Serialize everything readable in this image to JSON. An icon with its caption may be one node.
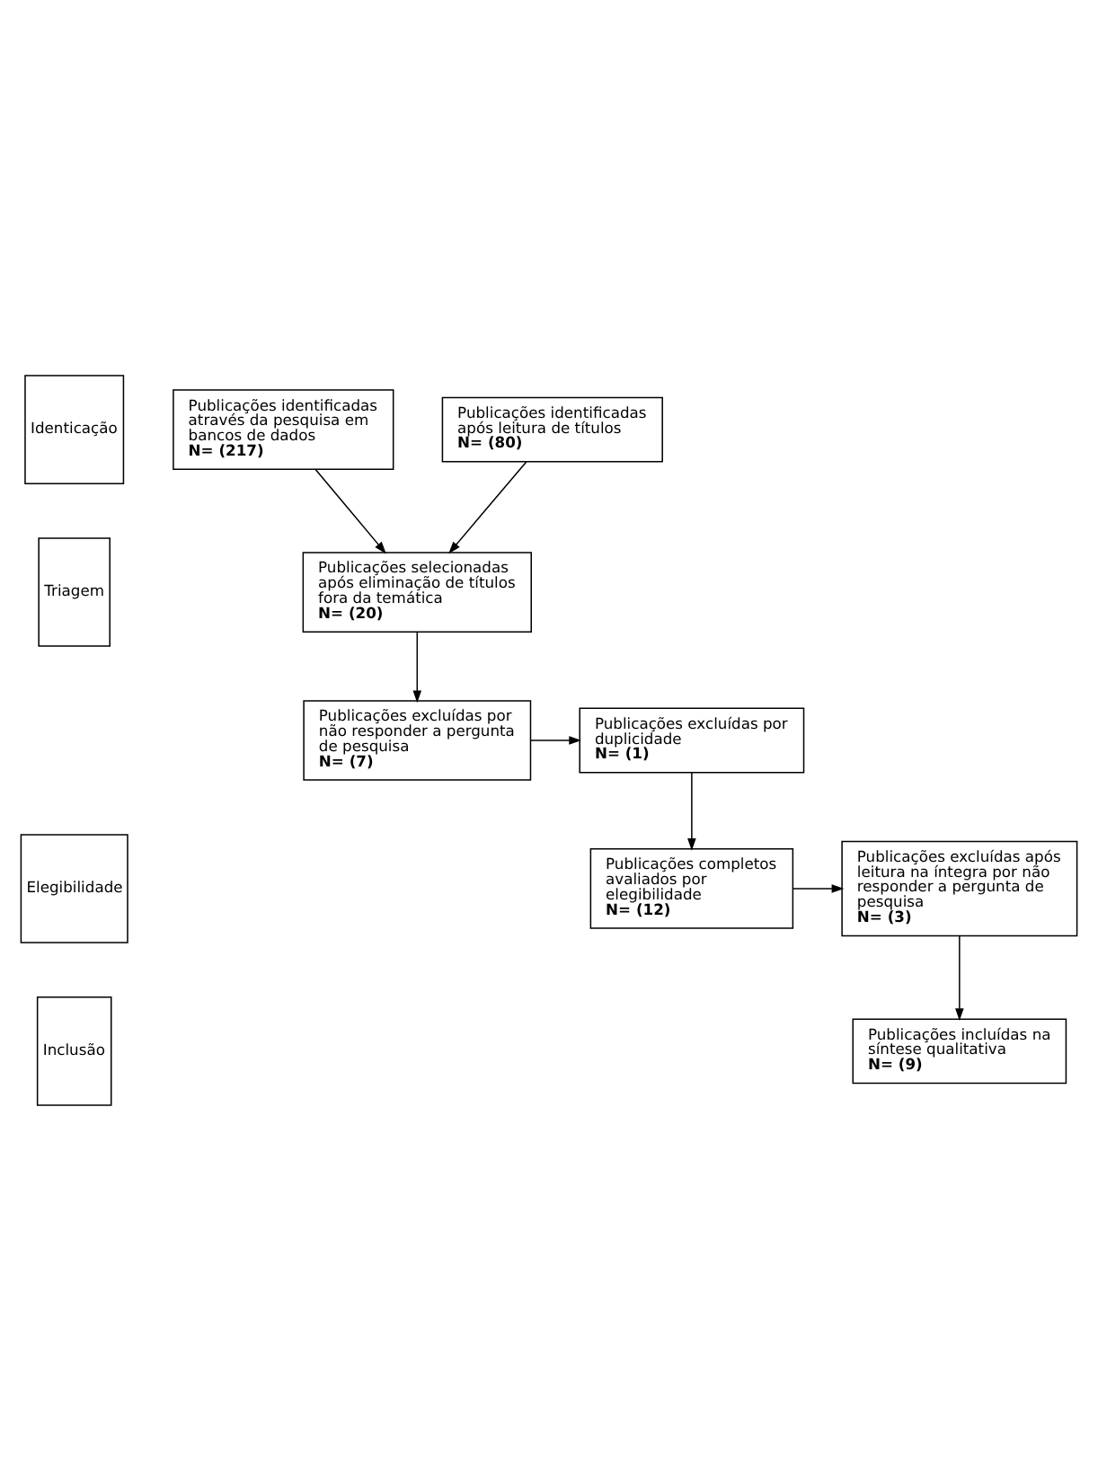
{
  "diagram": {
    "nodes": [
      {
        "text": [
          "Identicação"
        ]
      },
      {
        "text": [
          "Publicações identificadas através da pesquisa em bancos de dados",
          "N= (217)"
        ]
      },
      {
        "text": [
          "Publicações identificadas após leitura de títulos",
          "N= (80)"
        ]
      },
      {
        "text": [
          "Triagem"
        ]
      },
      {
        "text": [
          "Publicações selecionadas após eliminação de títulos fora da temática",
          "N= (20)"
        ]
      },
      {
        "text": [
          "Publicações excluídas por não responder a pergunta de pesquisa",
          "N= (7)"
        ]
      },
      {
        "text": [
          "Publicações excluídas por duplicidade",
          "N= (1)"
        ]
      },
      {
        "text": [
          "Elegibilidade"
        ]
      },
      {
        "text": [
          "Publicações completos avaliados por elegibilidade",
          "N= (12)"
        ]
      },
      {
        "text": [
          "Publicações excluídas após leitura na íntegra por não responder a pergunta de pesquisa",
          "N= (3)"
        ]
      },
      {
        "text": [
          "Inclusão"
        ]
      },
      {
        "text": [
          "Publicações incluídas na síntese qualitativa",
          "N= (9)"
        ]
      }
    ],
    "edges": [
      {
        "from": 1,
        "to": 4,
        "arrow": "to"
      },
      {
        "from": 2,
        "to": 4,
        "arrow": "to"
      },
      {
        "from": 4,
        "to": 5,
        "arrow": "to"
      },
      {
        "from": 5,
        "to": 6,
        "arrow": "to"
      },
      {
        "from": 6,
        "to": 8,
        "arrow": "to"
      },
      {
        "from": 8,
        "to": 9,
        "arrow": "to"
      },
      {
        "from": 9,
        "to": 11,
        "arrow": "to"
      }
    ]
  }
}
